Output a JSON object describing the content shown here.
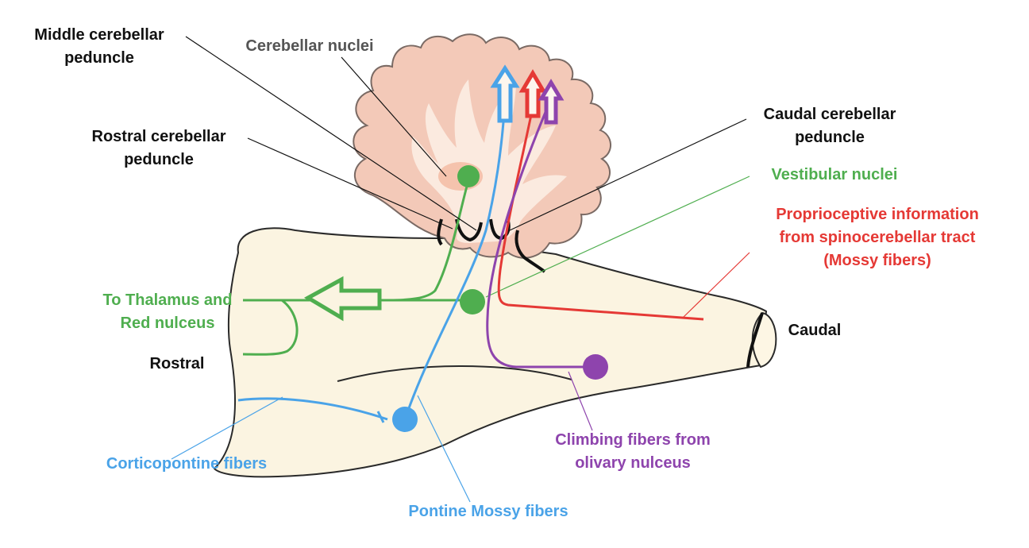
{
  "colors": {
    "black_label": "#111111",
    "gray_label": "#555555",
    "green": "#4fae4f",
    "red": "#e53935",
    "blue": "#4aa3e8",
    "purple": "#8e44ad",
    "tissue": "#fbf4e1",
    "cortex": "#f3c9b8",
    "cortex_outline": "#7a6a64"
  },
  "labels": {
    "middle_peduncle": [
      "Middle cerebellar",
      "peduncle"
    ],
    "cerebellar_nuclei": "Cerebellar nuclei",
    "rostral_peduncle": [
      "Rostral cerebellar",
      "peduncle"
    ],
    "caudal_peduncle": [
      "Caudal cerebellar",
      "peduncle"
    ],
    "vestibular_nuclei": "Vestibular nuclei",
    "proprioceptive": [
      "Proprioceptive information",
      "from spinocerebellar tract",
      "(Mossy fibers)"
    ],
    "to_thalamus": [
      "To Thalamus and",
      "Red nulceus"
    ],
    "rostral": "Rostral",
    "caudal": "Caudal",
    "corticopontine": "Corticopontine fibers",
    "pontine_mossy": "Pontine Mossy fibers",
    "climbing": [
      "Climbing fibers from",
      "olivary nulceus"
    ]
  }
}
